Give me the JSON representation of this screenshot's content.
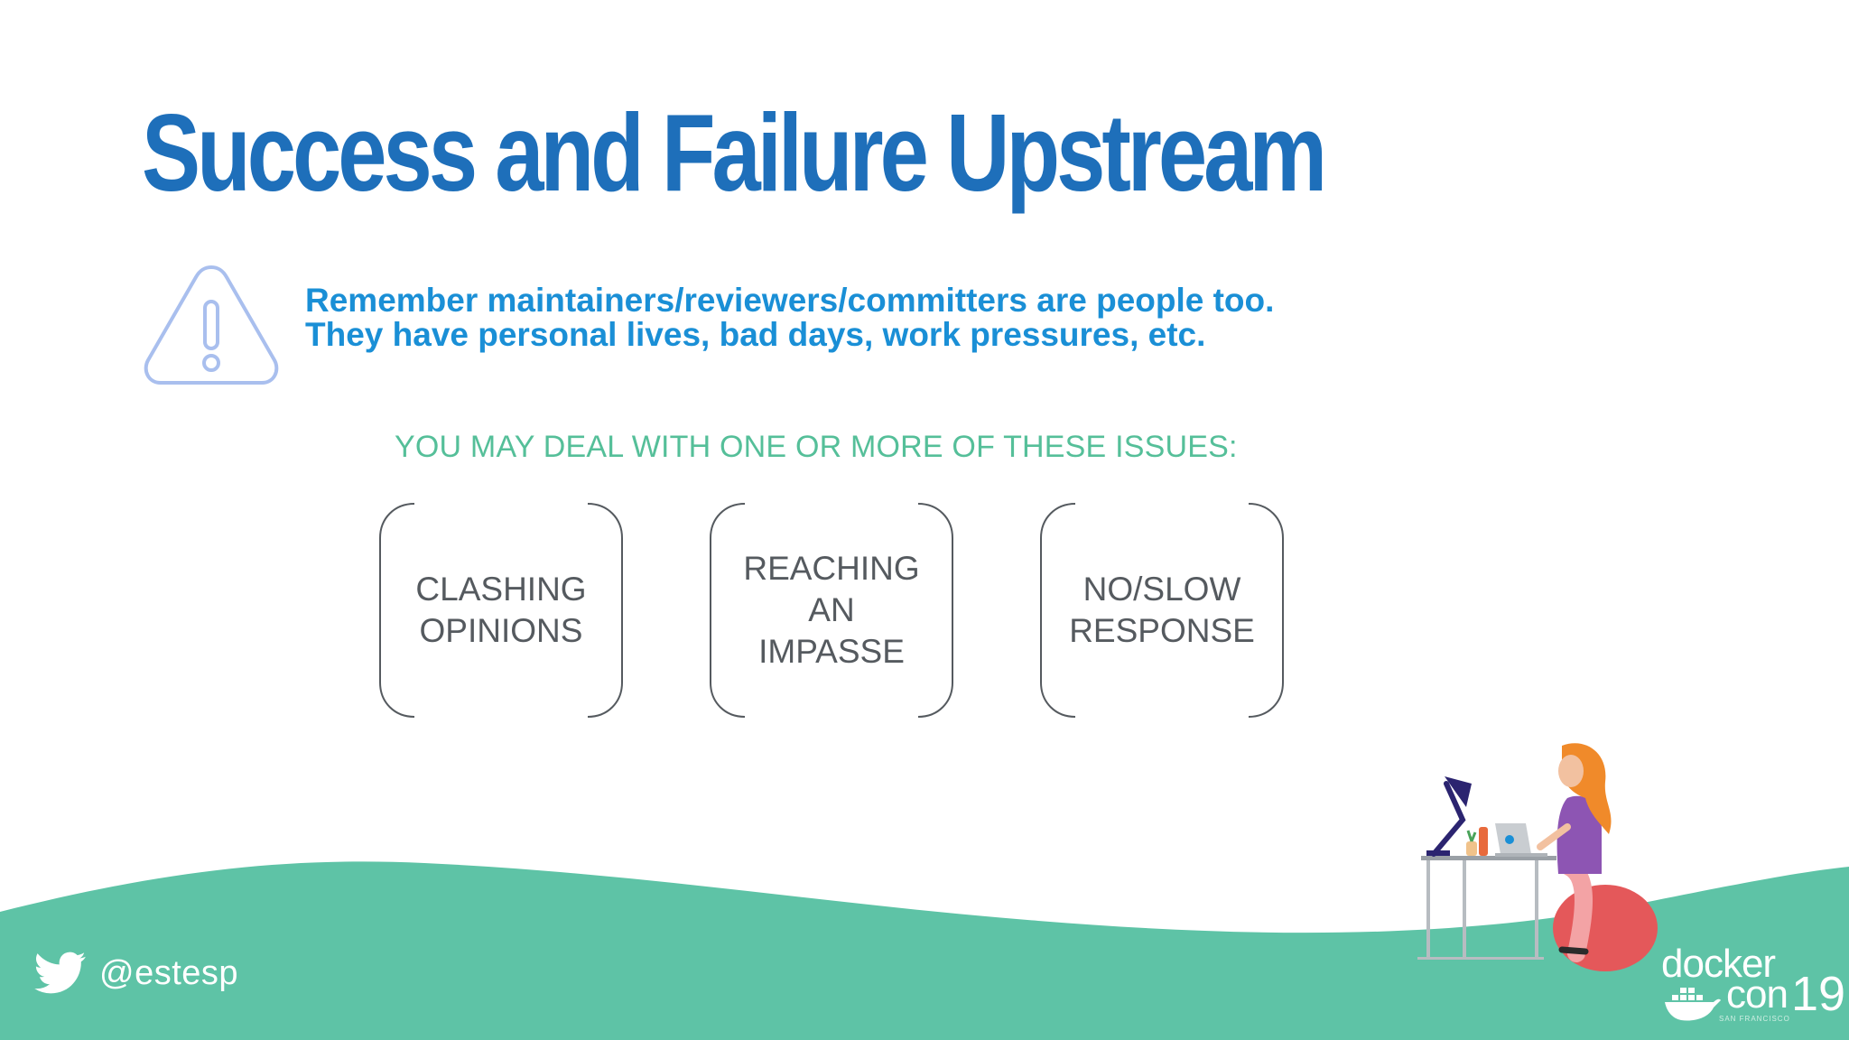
{
  "slide": {
    "title": "Success and Failure Upstream",
    "note_lines": [
      "Remember maintainers/reviewers/committers are people too.",
      "They have personal lives, bad days, work pressures, etc."
    ],
    "subtitle": "YOU MAY DEAL WITH ONE OR MORE OF THESE ISSUES:",
    "issues": [
      {
        "label": "CLASHING\nOPINIONS"
      },
      {
        "label": "REACHING\nAN\nIMPASSE"
      },
      {
        "label": "NO/SLOW\nRESPONSE"
      }
    ]
  },
  "footer": {
    "twitter_handle": "@estesp",
    "logo": {
      "line1": "docker",
      "line2": "con",
      "year": "19",
      "city": "SAN FRANCISCO"
    }
  },
  "icons": {
    "warning": "warning-triangle-icon",
    "twitter": "twitter-bird-icon",
    "docker": "docker-whale-icon"
  },
  "colors": {
    "title": "#1e6fba",
    "note": "#1a8fd6",
    "accent_green": "#55bf99",
    "wave": "#5ec3a6",
    "icon_outline": "#a9bfee",
    "issue_text": "#555a5f"
  }
}
